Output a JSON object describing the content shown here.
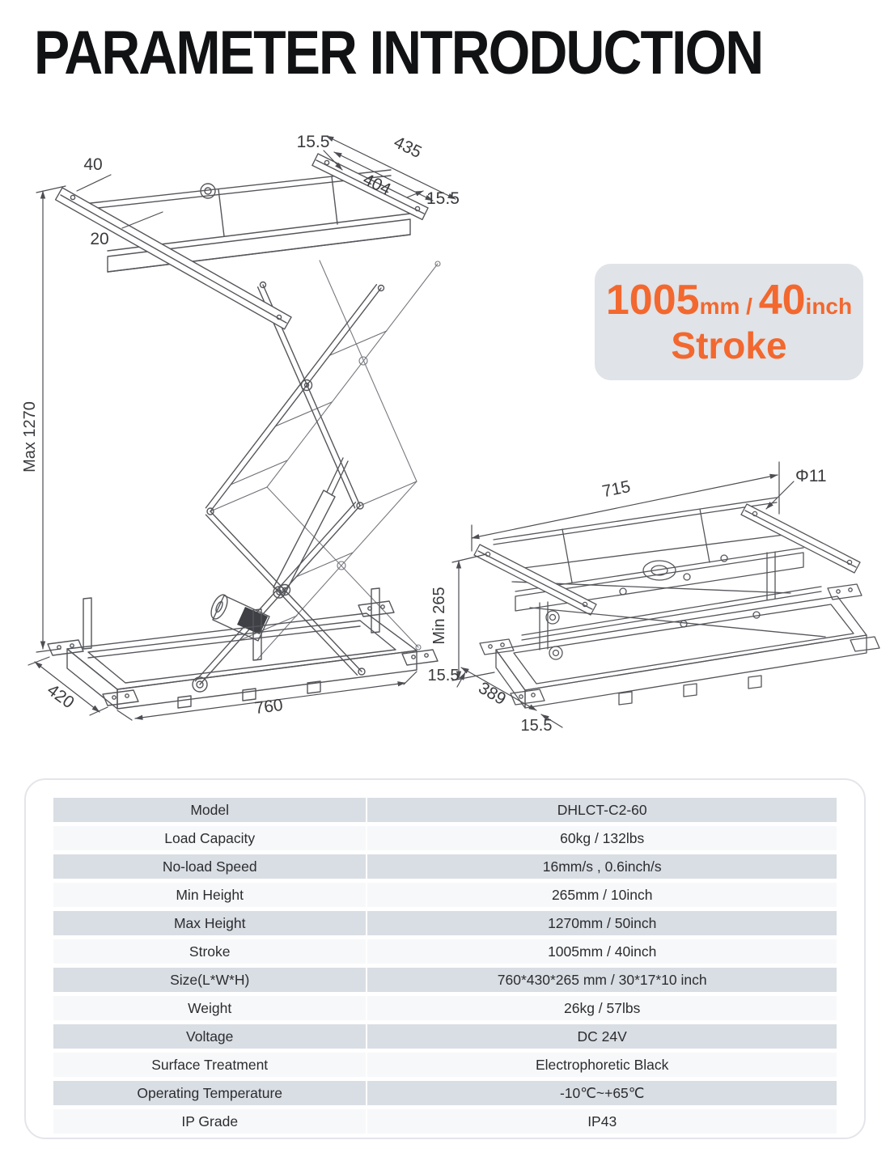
{
  "page": {
    "title": "PARAMETER INTRODUCTION"
  },
  "badge": {
    "value_mm": "1005",
    "unit_mm": "mm",
    "separator": " / ",
    "value_inch": "40",
    "unit_inch": "inch",
    "label": "Stroke",
    "text_color": "#F2682F",
    "bg_color": "#E0E3E7"
  },
  "diagram_extended": {
    "labels": {
      "d155_top": "15.5",
      "d435": "435",
      "d404": "404",
      "d155_right": "15.5",
      "d40": "40",
      "d20": "20",
      "dmax": "Max 1270",
      "d420": "420",
      "d760": "760"
    }
  },
  "diagram_collapsed": {
    "labels": {
      "d715": "715",
      "dphi11": "Φ11",
      "dmin": "Min 265",
      "d155_left": "15.5",
      "d389": "389",
      "d155_bottom": "15.5"
    }
  },
  "spec_table": {
    "rows": [
      {
        "label": "Model",
        "value": "DHLCT-C2-60"
      },
      {
        "label": "Load Capacity",
        "value": "60kg / 132lbs"
      },
      {
        "label": "No-load Speed",
        "value": "16mm/s , 0.6inch/s"
      },
      {
        "label": "Min Height",
        "value": "265mm / 10inch"
      },
      {
        "label": "Max Height",
        "value": "1270mm / 50inch"
      },
      {
        "label": "Stroke",
        "value": "1005mm / 40inch"
      },
      {
        "label": "Size(L*W*H)",
        "value": "760*430*265 mm / 30*17*10 inch"
      },
      {
        "label": "Weight",
        "value": "26kg / 57lbs"
      },
      {
        "label": "Voltage",
        "value": "DC 24V"
      },
      {
        "label": "Surface Treatment",
        "value": "Electrophoretic Black"
      },
      {
        "label": "Operating Temperature",
        "value": "-10℃~+65℃"
      },
      {
        "label": "IP Grade",
        "value": "IP43"
      }
    ]
  }
}
